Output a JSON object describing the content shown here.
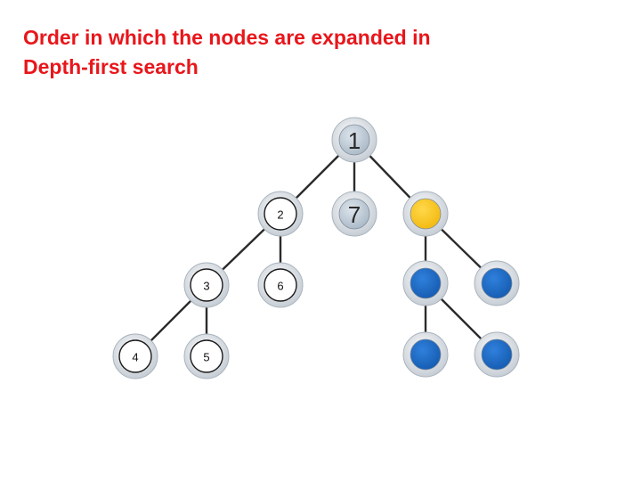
{
  "title": {
    "line1": "Order in which the nodes are expanded in",
    "line2": "Depth-first search"
  },
  "colors": {
    "title": "#e8161b",
    "unexpanded": "#1a68c6",
    "current": "#f7c21c",
    "visited_gray": "#b9c6d2",
    "edge": "#2b2b2b",
    "ring": "#c4ccd4"
  },
  "tree": {
    "nodes": [
      {
        "id": "n1",
        "label": "1",
        "state": "visited-gray"
      },
      {
        "id": "n2",
        "label": "2",
        "state": "visited-white"
      },
      {
        "id": "n7",
        "label": "7",
        "state": "visited-gray"
      },
      {
        "id": "n8",
        "label": "",
        "state": "current"
      },
      {
        "id": "n3",
        "label": "3",
        "state": "visited-white"
      },
      {
        "id": "n6",
        "label": "6",
        "state": "visited-white"
      },
      {
        "id": "n4",
        "label": "4",
        "state": "visited-white"
      },
      {
        "id": "n5",
        "label": "5",
        "state": "visited-white"
      },
      {
        "id": "n9",
        "label": "",
        "state": "unexpanded"
      },
      {
        "id": "n10",
        "label": "",
        "state": "unexpanded"
      },
      {
        "id": "n11",
        "label": "",
        "state": "unexpanded"
      },
      {
        "id": "n12",
        "label": "",
        "state": "unexpanded"
      }
    ],
    "edges": [
      [
        "n1",
        "n2"
      ],
      [
        "n1",
        "n7"
      ],
      [
        "n1",
        "n8"
      ],
      [
        "n2",
        "n3"
      ],
      [
        "n2",
        "n6"
      ],
      [
        "n3",
        "n4"
      ],
      [
        "n3",
        "n5"
      ],
      [
        "n8",
        "n9"
      ],
      [
        "n8",
        "n10"
      ],
      [
        "n9",
        "n11"
      ],
      [
        "n9",
        "n12"
      ]
    ]
  }
}
